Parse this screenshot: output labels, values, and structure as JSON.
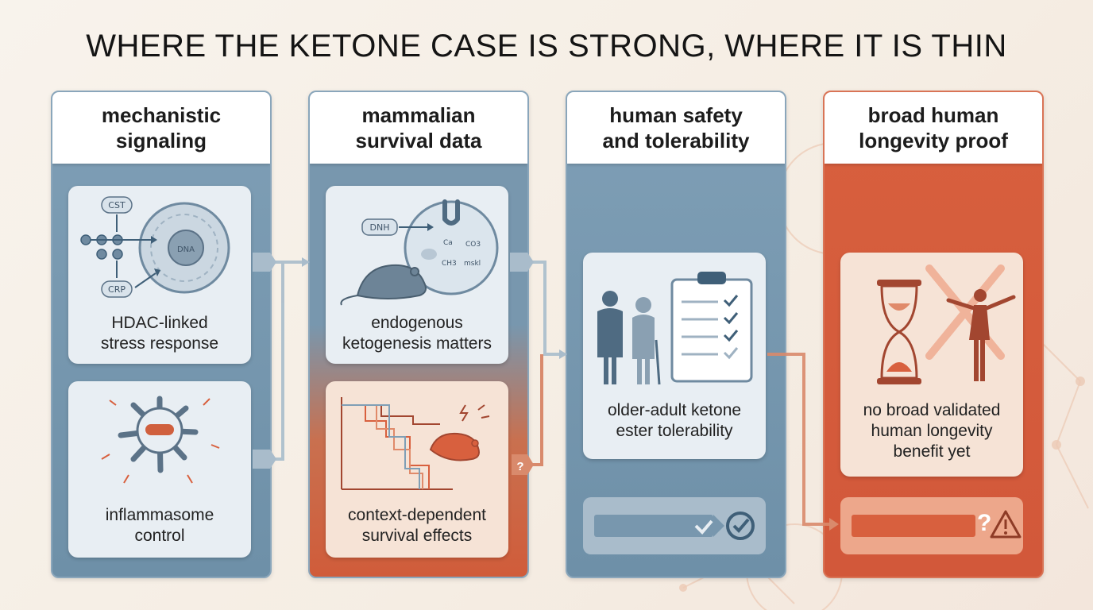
{
  "title": "WHERE THE KETONE CASE IS STRONG, WHERE IT IS THIN",
  "columns": [
    {
      "heading": [
        "mechanistic",
        "signaling"
      ],
      "cards": [
        {
          "label": [
            "HDAC-linked",
            "stress response"
          ],
          "icon": "cell-signaling-icon",
          "tags": [
            "CST",
            "CRP",
            "DNA"
          ]
        },
        {
          "label": [
            "inflammasome",
            "control"
          ],
          "icon": "inflammasome-icon"
        }
      ]
    },
    {
      "heading": [
        "mammalian",
        "survival data"
      ],
      "cards": [
        {
          "label": [
            "endogenous",
            "ketogenesis matters"
          ],
          "icon": "mouse-cell-icon",
          "tags": [
            "DNH",
            "Ca",
            "CO3",
            "CH3",
            "mskl"
          ]
        },
        {
          "label": [
            "context-dependent",
            "survival effects"
          ],
          "icon": "survival-curve-icon",
          "badge": "?"
        }
      ]
    },
    {
      "heading": [
        "human safety",
        "and tolerability"
      ],
      "cards": [
        {
          "label": [
            "older-adult ketone",
            "ester tolerability"
          ],
          "icon": "elderly-checklist-icon"
        }
      ],
      "status": "check-icon"
    },
    {
      "heading": [
        "broad human",
        "longevity proof"
      ],
      "cards": [
        {
          "label": [
            "no broad validated",
            "human longevity",
            "benefit yet"
          ],
          "icon": "hourglass-human-icon"
        }
      ],
      "status_text": "?",
      "status": "warning-icon"
    }
  ],
  "colors": {
    "blue_column": "#7f9fb6",
    "red_column": "#d8603e",
    "card_cool": "#e8eef3",
    "card_warm": "#f6e3d6",
    "accent_dark_blue": "#3f5f78",
    "accent_red": "#b9472b"
  }
}
